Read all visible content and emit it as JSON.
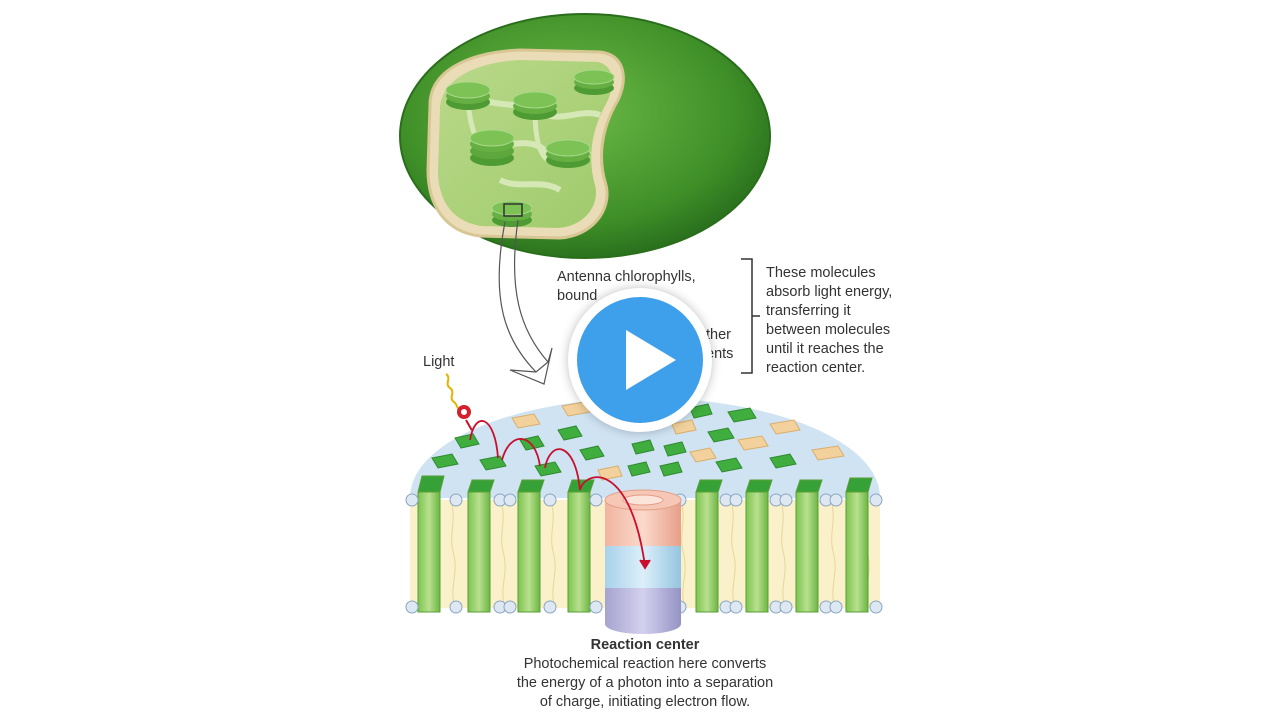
{
  "labels": {
    "antenna": "Antenna chlorophylls,\nbound",
    "antenna_other": "ther\nents",
    "description": "These molecules\nabsorb light energy,\ntransferring it\nbetween molecules\nuntil it reaches the\nreaction center.",
    "light": "Light"
  },
  "reaction_center": {
    "title": "Reaction center",
    "text": "Photochemical reaction here converts\nthe energy of a photon into a separation\nof charge, initiating electron flow."
  },
  "video": {
    "control": "play-icon"
  },
  "colors": {
    "chloroplast_dark": "#2f7d1f",
    "chloroplast_mid": "#5aa33a",
    "chloroplast_inner": "#c9d9a0",
    "antenna_green": "#3fae3f",
    "pigment_tan": "#f2d19c",
    "membrane_blue": "#cfe3f2",
    "reaction_red": "#c8102e",
    "play_blue": "#3ea0ea"
  }
}
